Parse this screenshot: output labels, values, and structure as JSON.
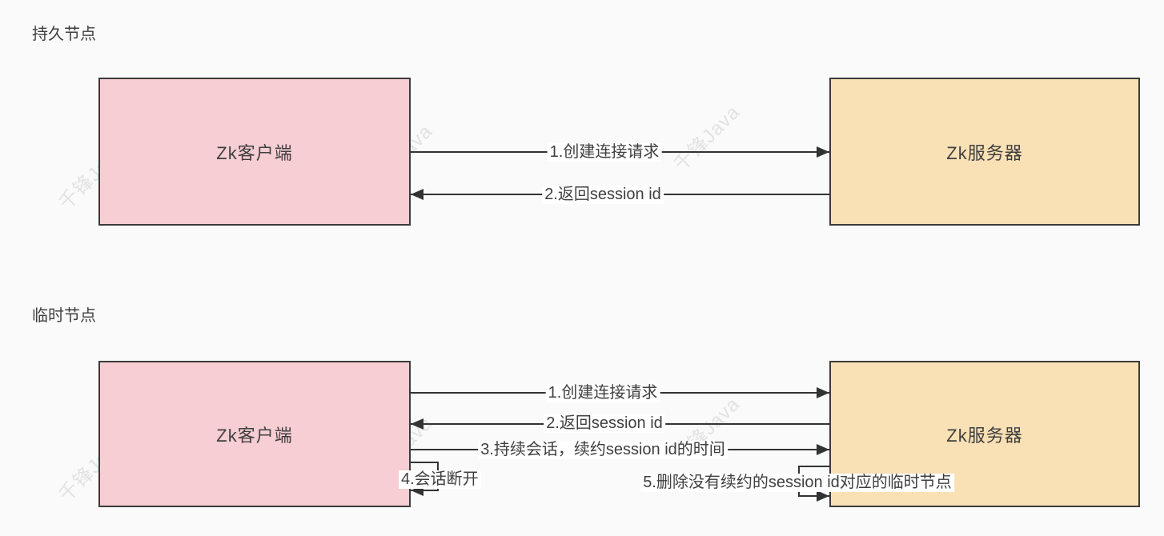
{
  "watermark_text": "千锋Java",
  "colors": {
    "background": "#fafafa",
    "client_box_fill": "#f6ced3",
    "server_box_fill": "#f9e0b5",
    "box_border": "#3b3b3b",
    "arrow_line": "#333333",
    "text": "#3f3f3f",
    "watermark": "#e2e2e2",
    "label_background": "#ffffff"
  },
  "sections": [
    {
      "title": "持久节点",
      "client_label": "Zk客户端",
      "server_label": "Zk服务器",
      "messages": [
        {
          "label": "1.创建连接请求",
          "direction": "client-to-server"
        },
        {
          "label": "2.返回session id",
          "direction": "server-to-client"
        }
      ]
    },
    {
      "title": "临时节点",
      "client_label": "Zk客户端",
      "server_label": "Zk服务器",
      "messages": [
        {
          "label": "1.创建连接请求",
          "direction": "client-to-server"
        },
        {
          "label": "2.返回session id",
          "direction": "server-to-client"
        },
        {
          "label": "3.持续会话，续约session id的时间",
          "direction": "client-to-server"
        },
        {
          "label": "4.会话断开",
          "direction": "client-self-loop"
        },
        {
          "label": "5.删除没有续约的session id对应的临时节点",
          "direction": "server-self-loop"
        }
      ]
    }
  ]
}
